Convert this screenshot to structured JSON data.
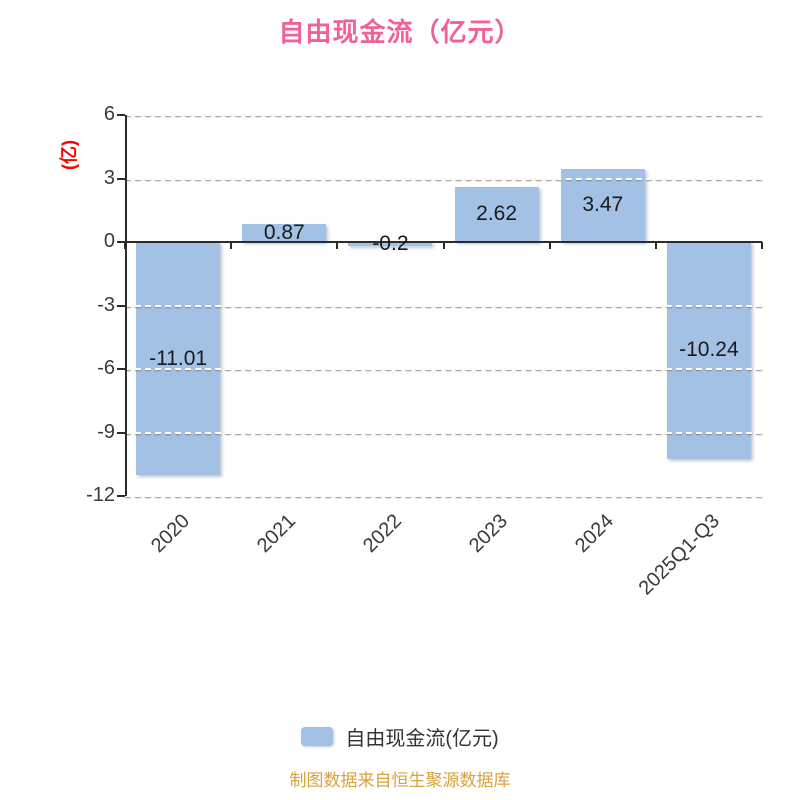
{
  "title": "自由现金流（亿元）",
  "y_axis_unit": "(亿)",
  "legend": {
    "label": "自由现金流(亿元)"
  },
  "footer": "制图数据来自恒生聚源数据库",
  "colors": {
    "title": "#F2609B",
    "bar": "#A3C1E5",
    "y_unit": "#FF0000",
    "footer": "#D9A23B",
    "axis": "#2B2B2B"
  },
  "chart_data": {
    "type": "bar",
    "title": "自由现金流（亿元）",
    "categories": [
      "2020",
      "2021",
      "2022",
      "2023",
      "2024",
      "2025Q1-Q3"
    ],
    "values": [
      -11.01,
      0.87,
      -0.2,
      2.62,
      3.47,
      -10.24
    ],
    "value_labels": [
      "-11.01",
      "0.87",
      "-0.2",
      "2.62",
      "3.47",
      "-10.24"
    ],
    "xlabel": "",
    "ylabel": "(亿)",
    "ylim": [
      -12,
      6
    ],
    "yticks": [
      6,
      3,
      0,
      -3,
      -6,
      -9,
      -12
    ],
    "grid": "horizontal-dashed-white",
    "legend_entries": [
      "自由现金流(亿元)"
    ],
    "legend_position": "bottom",
    "bar_color": "#A3C1E5"
  }
}
